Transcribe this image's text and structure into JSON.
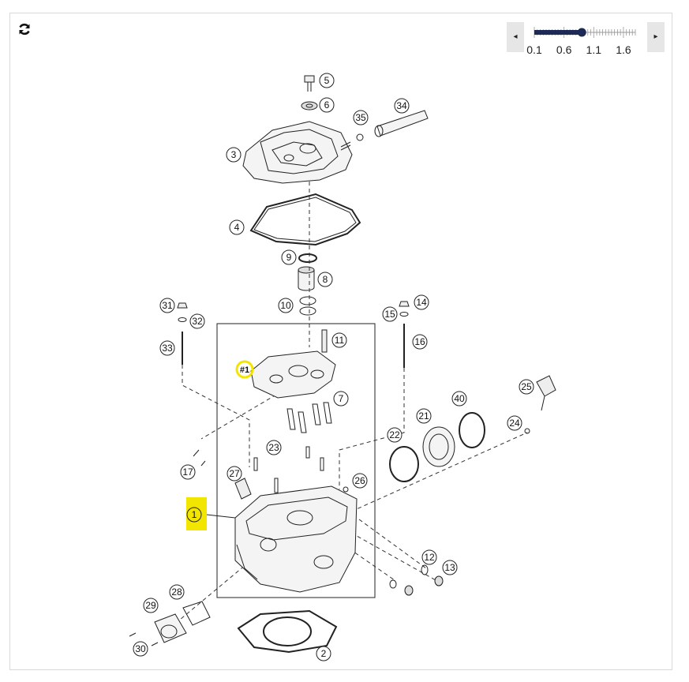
{
  "toolbar": {
    "refresh_icon": "refresh-icon",
    "zoom": {
      "prev_label": "◂",
      "next_label": "▸",
      "tick_labels": [
        "0.1",
        "0.6",
        "1.1",
        "1.6"
      ],
      "min": 0.1,
      "max": 1.8,
      "value": 0.9,
      "fill_color": "#1c2a55"
    }
  },
  "diagram": {
    "highlight_color": "#f2e600",
    "callouts": [
      "1",
      "2",
      "3",
      "4",
      "5",
      "6",
      "7",
      "8",
      "9",
      "10",
      "11",
      "12",
      "13",
      "14",
      "15",
      "16",
      "17",
      "21",
      "22",
      "23",
      "24",
      "25",
      "26",
      "27",
      "28",
      "29",
      "30",
      "31",
      "32",
      "33",
      "34",
      "35",
      "40"
    ],
    "hotspot_label": "#1"
  }
}
